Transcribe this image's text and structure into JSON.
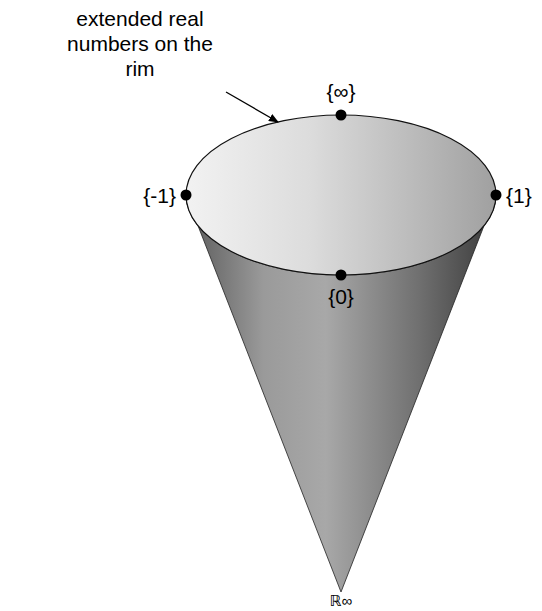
{
  "diagram": {
    "labels": [
      "extended real numbers on the rim",
      "{∞}",
      "{-1}",
      "{1}",
      "{0}",
      "ℝ∞"
    ]
  }
}
